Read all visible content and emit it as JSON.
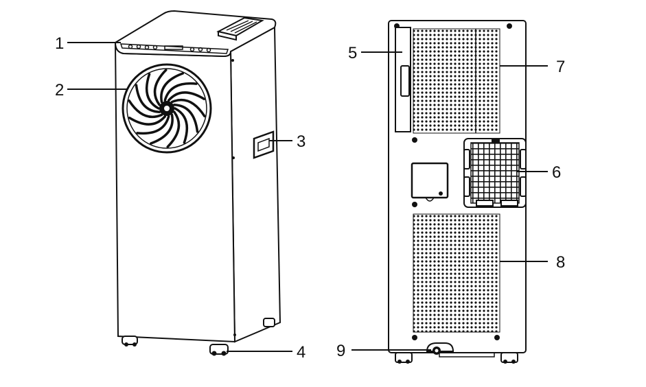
{
  "diagram": {
    "callouts": [
      {
        "id": "1",
        "label": "1"
      },
      {
        "id": "2",
        "label": "2"
      },
      {
        "id": "3",
        "label": "3"
      },
      {
        "id": "4",
        "label": "4"
      },
      {
        "id": "5",
        "label": "5"
      },
      {
        "id": "6",
        "label": "6"
      },
      {
        "id": "7",
        "label": "7"
      },
      {
        "id": "8",
        "label": "8"
      },
      {
        "id": "9",
        "label": "9"
      }
    ],
    "views": [
      "front-view",
      "rear-view"
    ],
    "colors": {
      "line": "#111111",
      "background": "#ffffff"
    }
  }
}
